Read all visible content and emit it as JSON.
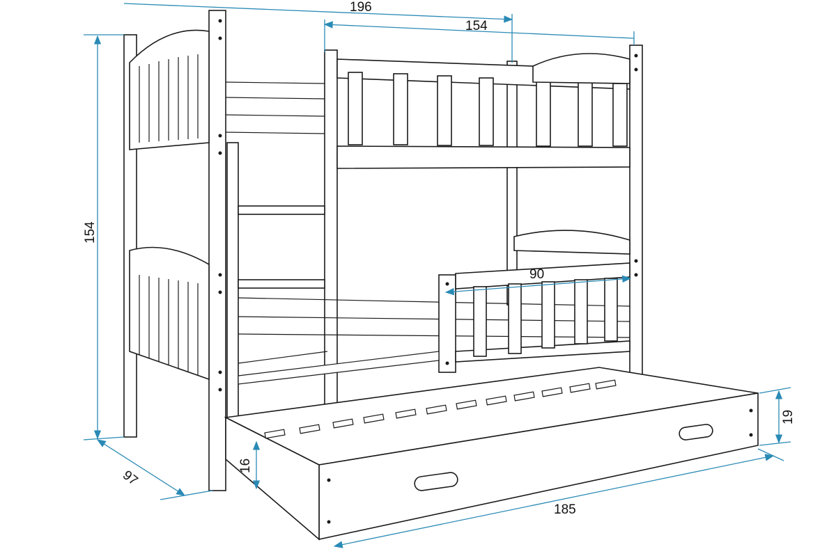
{
  "diagram": {
    "subject": "Bunk bed with trundle drawer",
    "line_color": "#1a1a1a",
    "dimension_color": "#2a8ab5",
    "dimensions": {
      "overall_length": "196",
      "inner_length": "154",
      "height": "154",
      "depth": "97",
      "guard_rail_length": "90",
      "drawer_height": "19",
      "drawer_clearance": "16",
      "drawer_length": "185"
    }
  }
}
